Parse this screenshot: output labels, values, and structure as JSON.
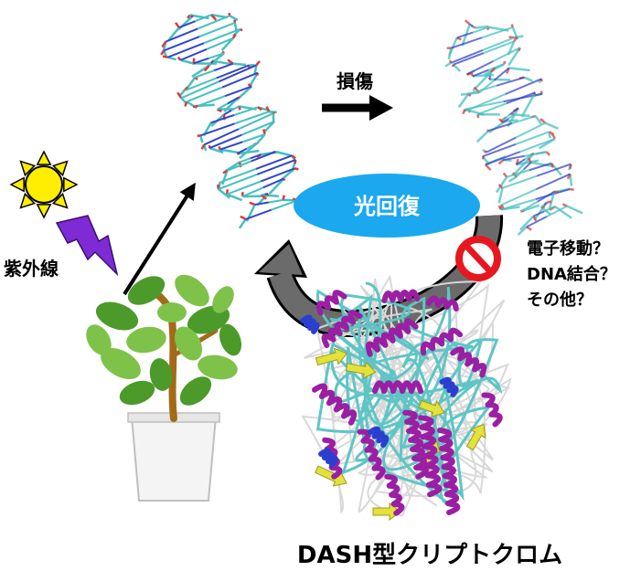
{
  "labels": {
    "uv": "紫外線",
    "damage": "損傷",
    "photorepair": "光回復",
    "q1": "電子移動？",
    "q2": "DNA結合？",
    "q3": "その他？",
    "caption": "DASH型クリプトクロム"
  },
  "colors": {
    "sun": "#ffee00",
    "lightning": "#7e2bd6",
    "ellipse": "#1ba8ef",
    "cycle_arrow": "#6b6b6b",
    "prohibition": "#e8171f",
    "leaf_dark": "#4c9a2a",
    "leaf_light": "#7fc24a",
    "stem": "#a36a18",
    "protein_helix": "#9b1fa3",
    "protein_sheet": "#e2e23a",
    "protein_coil": "#5ec5c5",
    "dna_carbon": "#45c0bf",
    "dna_oxygen": "#e03838",
    "dna_nitrogen": "#3446c8"
  },
  "icons": [
    "sun-icon",
    "lightning-icon",
    "plant-icon",
    "prohibition-icon"
  ]
}
